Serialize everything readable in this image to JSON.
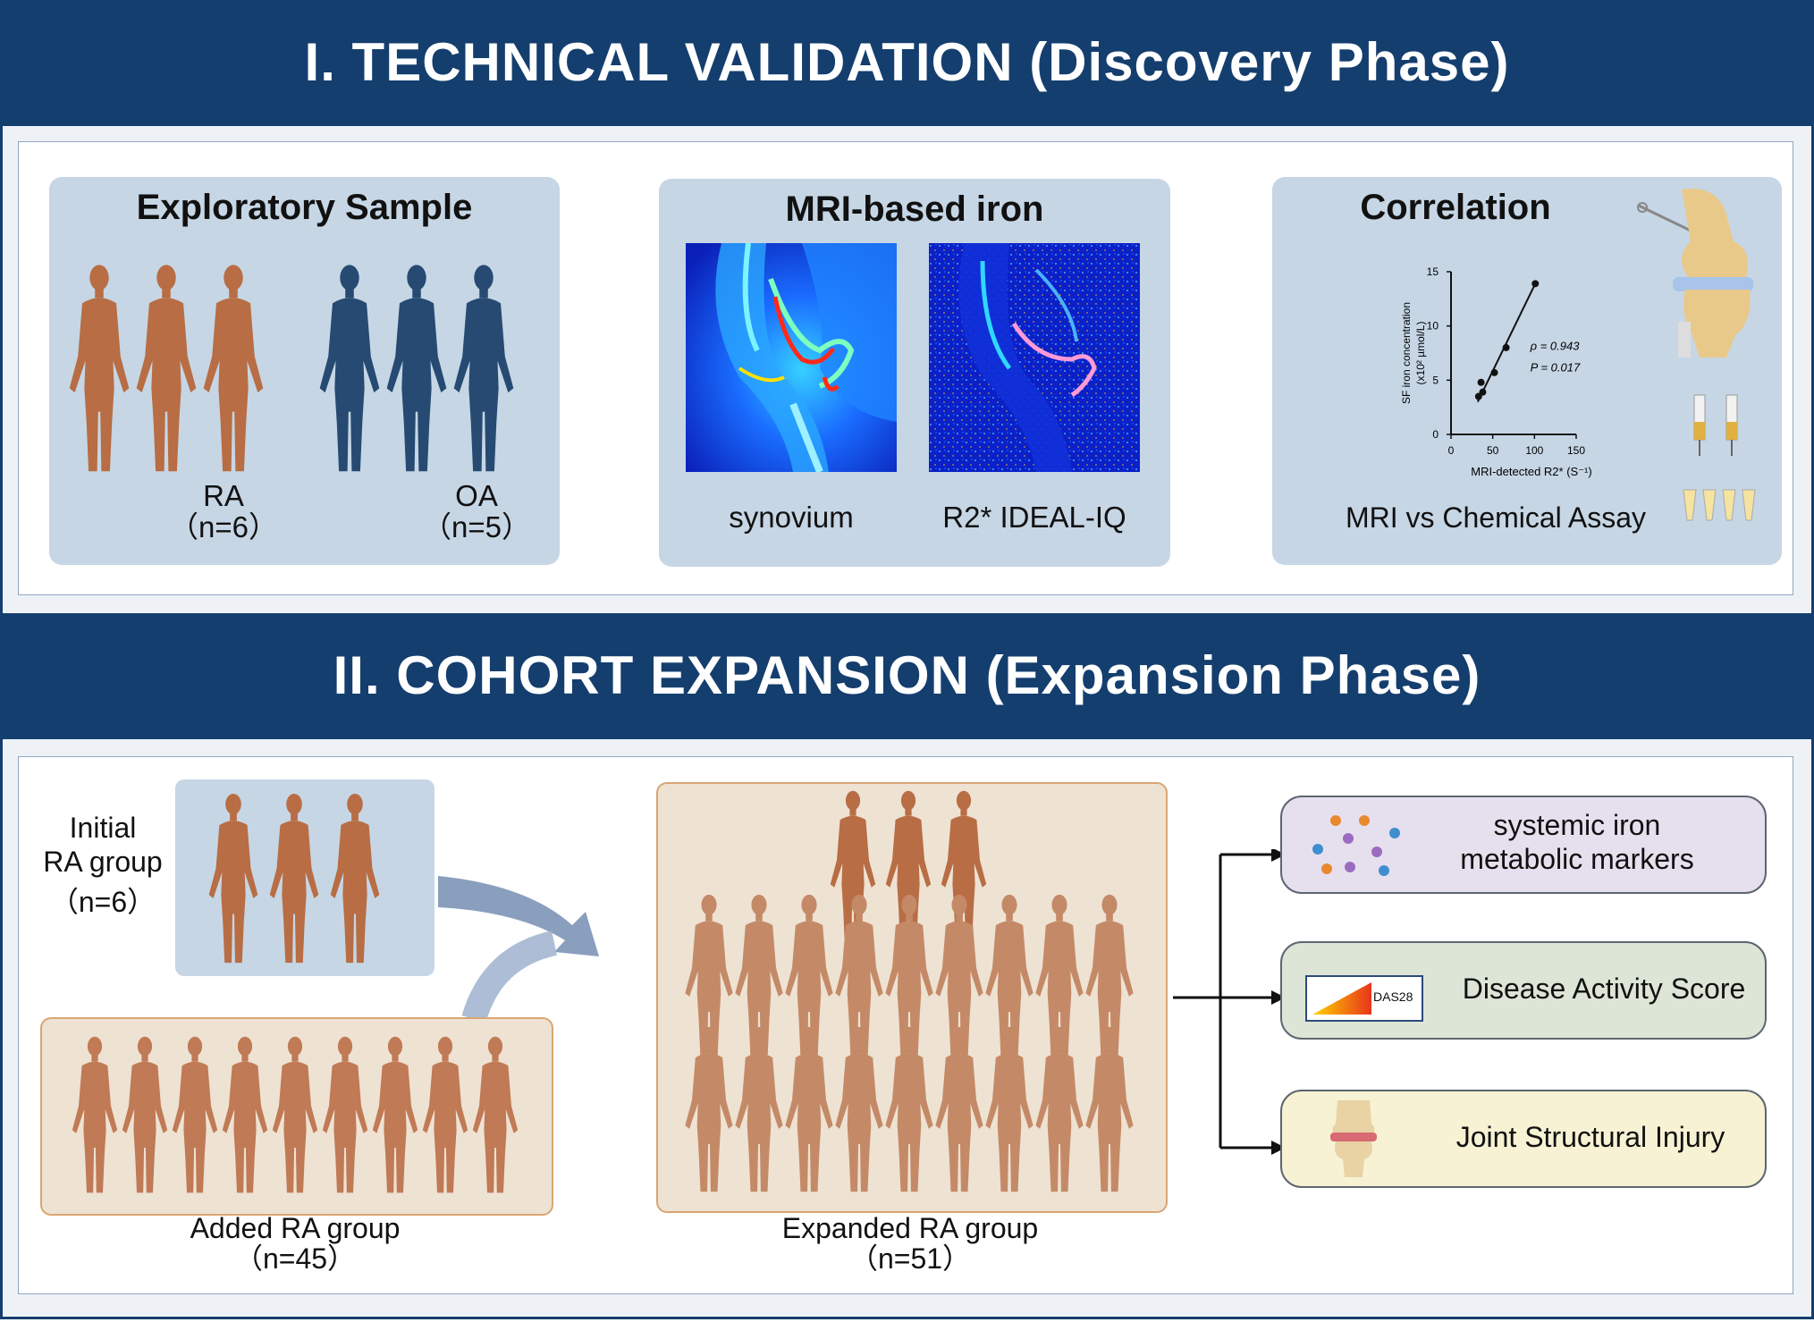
{
  "sections": {
    "phase1_title": "I. TECHNICAL VALIDATION  (Discovery Phase)",
    "phase2_title": "II.  COHORT EXPANSION  (Expansion Phase)"
  },
  "exploratory": {
    "title": "Exploratory Sample",
    "ra_label": "RA",
    "ra_n": "（n=6）",
    "oa_label": "OA",
    "oa_n": "（n=5）"
  },
  "mri": {
    "title": "MRI-based iron",
    "left_label": "synovium",
    "right_label": "R2* IDEAL-IQ"
  },
  "correlation": {
    "title": "Correlation",
    "subtitle": "MRI vs Chemical Assay"
  },
  "chart_data": {
    "type": "scatter",
    "xlabel": "MRI-detected R2* (S⁻¹)",
    "ylabel": "SF iron concentration (x10² µmol/L)",
    "ylabel_line1": "SF iron concentration",
    "ylabel_line2": "(x10² µmol/L)",
    "xlim": [
      0,
      150
    ],
    "ylim": [
      0,
      15
    ],
    "x_ticks": [
      "0",
      "50",
      "100",
      "150"
    ],
    "y_ticks": [
      "0",
      "5",
      "10",
      "15"
    ],
    "x": [
      33,
      36,
      38,
      52,
      66,
      101
    ],
    "y": [
      3.5,
      4.8,
      3.9,
      5.7,
      8.0,
      13.9
    ],
    "fit_line": {
      "x": [
        32,
        101
      ],
      "y": [
        3.0,
        13.9
      ]
    },
    "annotation_rho": "ρ = 0.943",
    "annotation_p": "P = 0.017",
    "grid": false
  },
  "cohort": {
    "initial_label_line1": "Initial",
    "initial_label_line2": "RA group",
    "initial_n": "（n=6）",
    "added_label": "Added RA group",
    "added_n": "（n=45）",
    "expanded_label": "Expanded RA group",
    "expanded_n": "（n=51）"
  },
  "outcomes": {
    "iron_line1": "systemic iron",
    "iron_line2": "metabolic markers",
    "das_badge": "DAS28",
    "das_label": "Disease Activity Score",
    "joint_label": "Joint Structural Injury"
  },
  "colors": {
    "banner": "#143e6e",
    "ra_figure": "#b86d44",
    "oa_figure": "#264a72",
    "expanded_figure": "#c07a55",
    "card_blue": "#c6d6e5",
    "card_tan": "#eee2d3",
    "iron_box": "#e6e0ee",
    "das_box": "#dde5d6",
    "joint_box": "#f7f2d3"
  }
}
